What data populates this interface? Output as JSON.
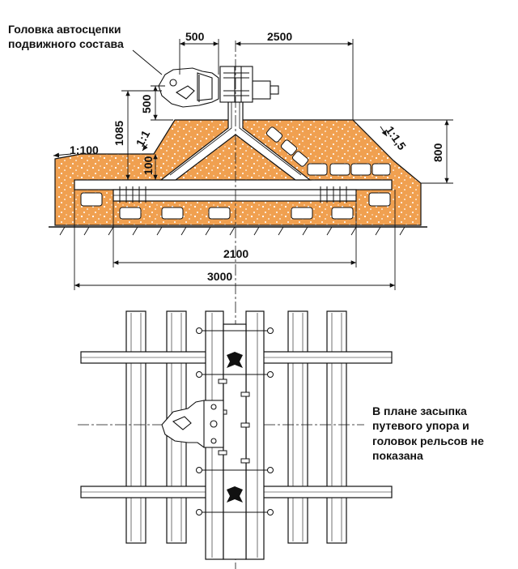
{
  "labels": {
    "coupler_line1": "Головка автосцепки",
    "coupler_line2": "подвижного состава",
    "plan_note_line1": "В плане засыпка",
    "plan_note_line2": "путевого упора и",
    "plan_note_line3": "головок рельсов не",
    "plan_note_line4": "показана"
  },
  "dimensions": {
    "d500_top": "500",
    "d2500": "2500",
    "d500_side": "500",
    "d1085": "1085",
    "d100": "100",
    "d800": "800",
    "d2100": "2100",
    "d3000": "3000"
  },
  "slopes": {
    "left_ground": "1:100",
    "left_bank": "1:1",
    "right_bank": "1:1,5"
  },
  "colors": {
    "ballast": "#f0a050",
    "ballast_dots": "#ffffff",
    "steel": "#ffffff",
    "lines": "#111111"
  }
}
